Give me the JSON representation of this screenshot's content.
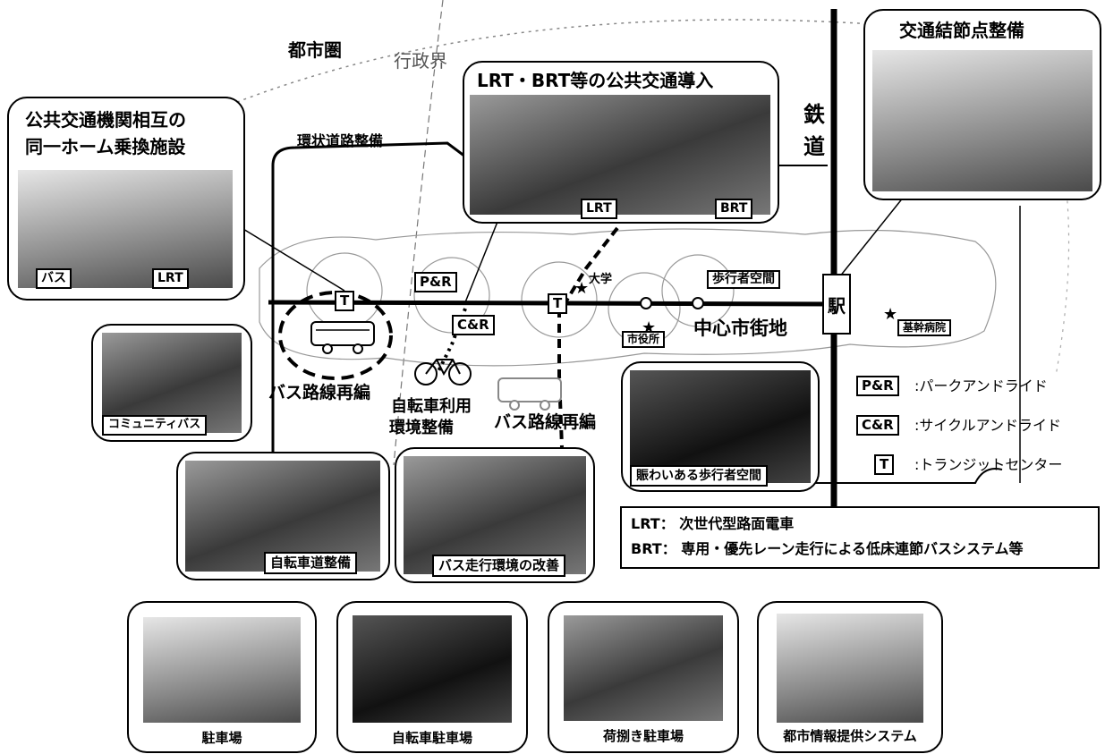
{
  "labels": {
    "metro_area": "都市圏",
    "admin_boundary": "行政界",
    "ring_road": "環状道路整備",
    "railway": "鉄\n道",
    "railway_top": "鉄",
    "railway_bottom": "道",
    "station": "駅",
    "pedestrian_space": "歩行者空間",
    "city_center": "中心市街地",
    "university": "大学",
    "city_hall": "市役所",
    "hospital": "基幹病院",
    "bus_reorg_left": "バス路線再編",
    "bus_reorg_right": "バス路線再編",
    "bicycle_env_1": "自転車利用",
    "bicycle_env_2": "環境整備",
    "pr": "P&R",
    "cr": "C&R",
    "t": "T"
  },
  "callouts": {
    "transfer": {
      "line1": "公共交通機関相互の",
      "line2": "同一ホーム乗換施設",
      "tag_bus": "バス",
      "tag_lrt": "LRT"
    },
    "lrt_brt": {
      "title": "LRT・BRT等の公共交通導入",
      "tag_lrt": "LRT",
      "tag_brt": "BRT"
    },
    "hub": {
      "title": "交通結節点整備"
    },
    "community_bus": {
      "caption": "コミュニティバス"
    },
    "bike_lane": {
      "caption": "自転車道整備"
    },
    "bus_env": {
      "caption": "バス走行環境の改善"
    },
    "lively_ped": {
      "caption": "賑わいある歩行者空間"
    },
    "parking": {
      "caption": "駐車場"
    },
    "bike_parking": {
      "caption": "自転車駐車場"
    },
    "loading": {
      "caption": "荷捌き駐車場"
    },
    "info": {
      "caption": "都市情報提供システム"
    }
  },
  "legend": [
    {
      "symbol": "P&R",
      "text": ":パークアンドライド"
    },
    {
      "symbol": "C&R",
      "text": ":サイクルアンドライド"
    },
    {
      "symbol": "T",
      "text": ":トランジットセンター"
    }
  ],
  "definitions": {
    "lrt": "LRT： 次世代型路面電車",
    "brt": "BRT： 専用・優先レーン走行による低床連節バスシステム等"
  }
}
